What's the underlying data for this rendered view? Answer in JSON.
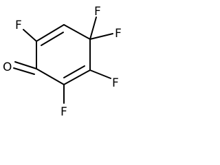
{
  "molecule": {
    "atoms": {
      "o": "O",
      "f_c1": "F",
      "f_c4a": "F",
      "f_c4b": "F",
      "f_c5": "F",
      "f_c6": "F"
    },
    "colors": {
      "ink": "#000000",
      "background": "#ffffff"
    }
  }
}
